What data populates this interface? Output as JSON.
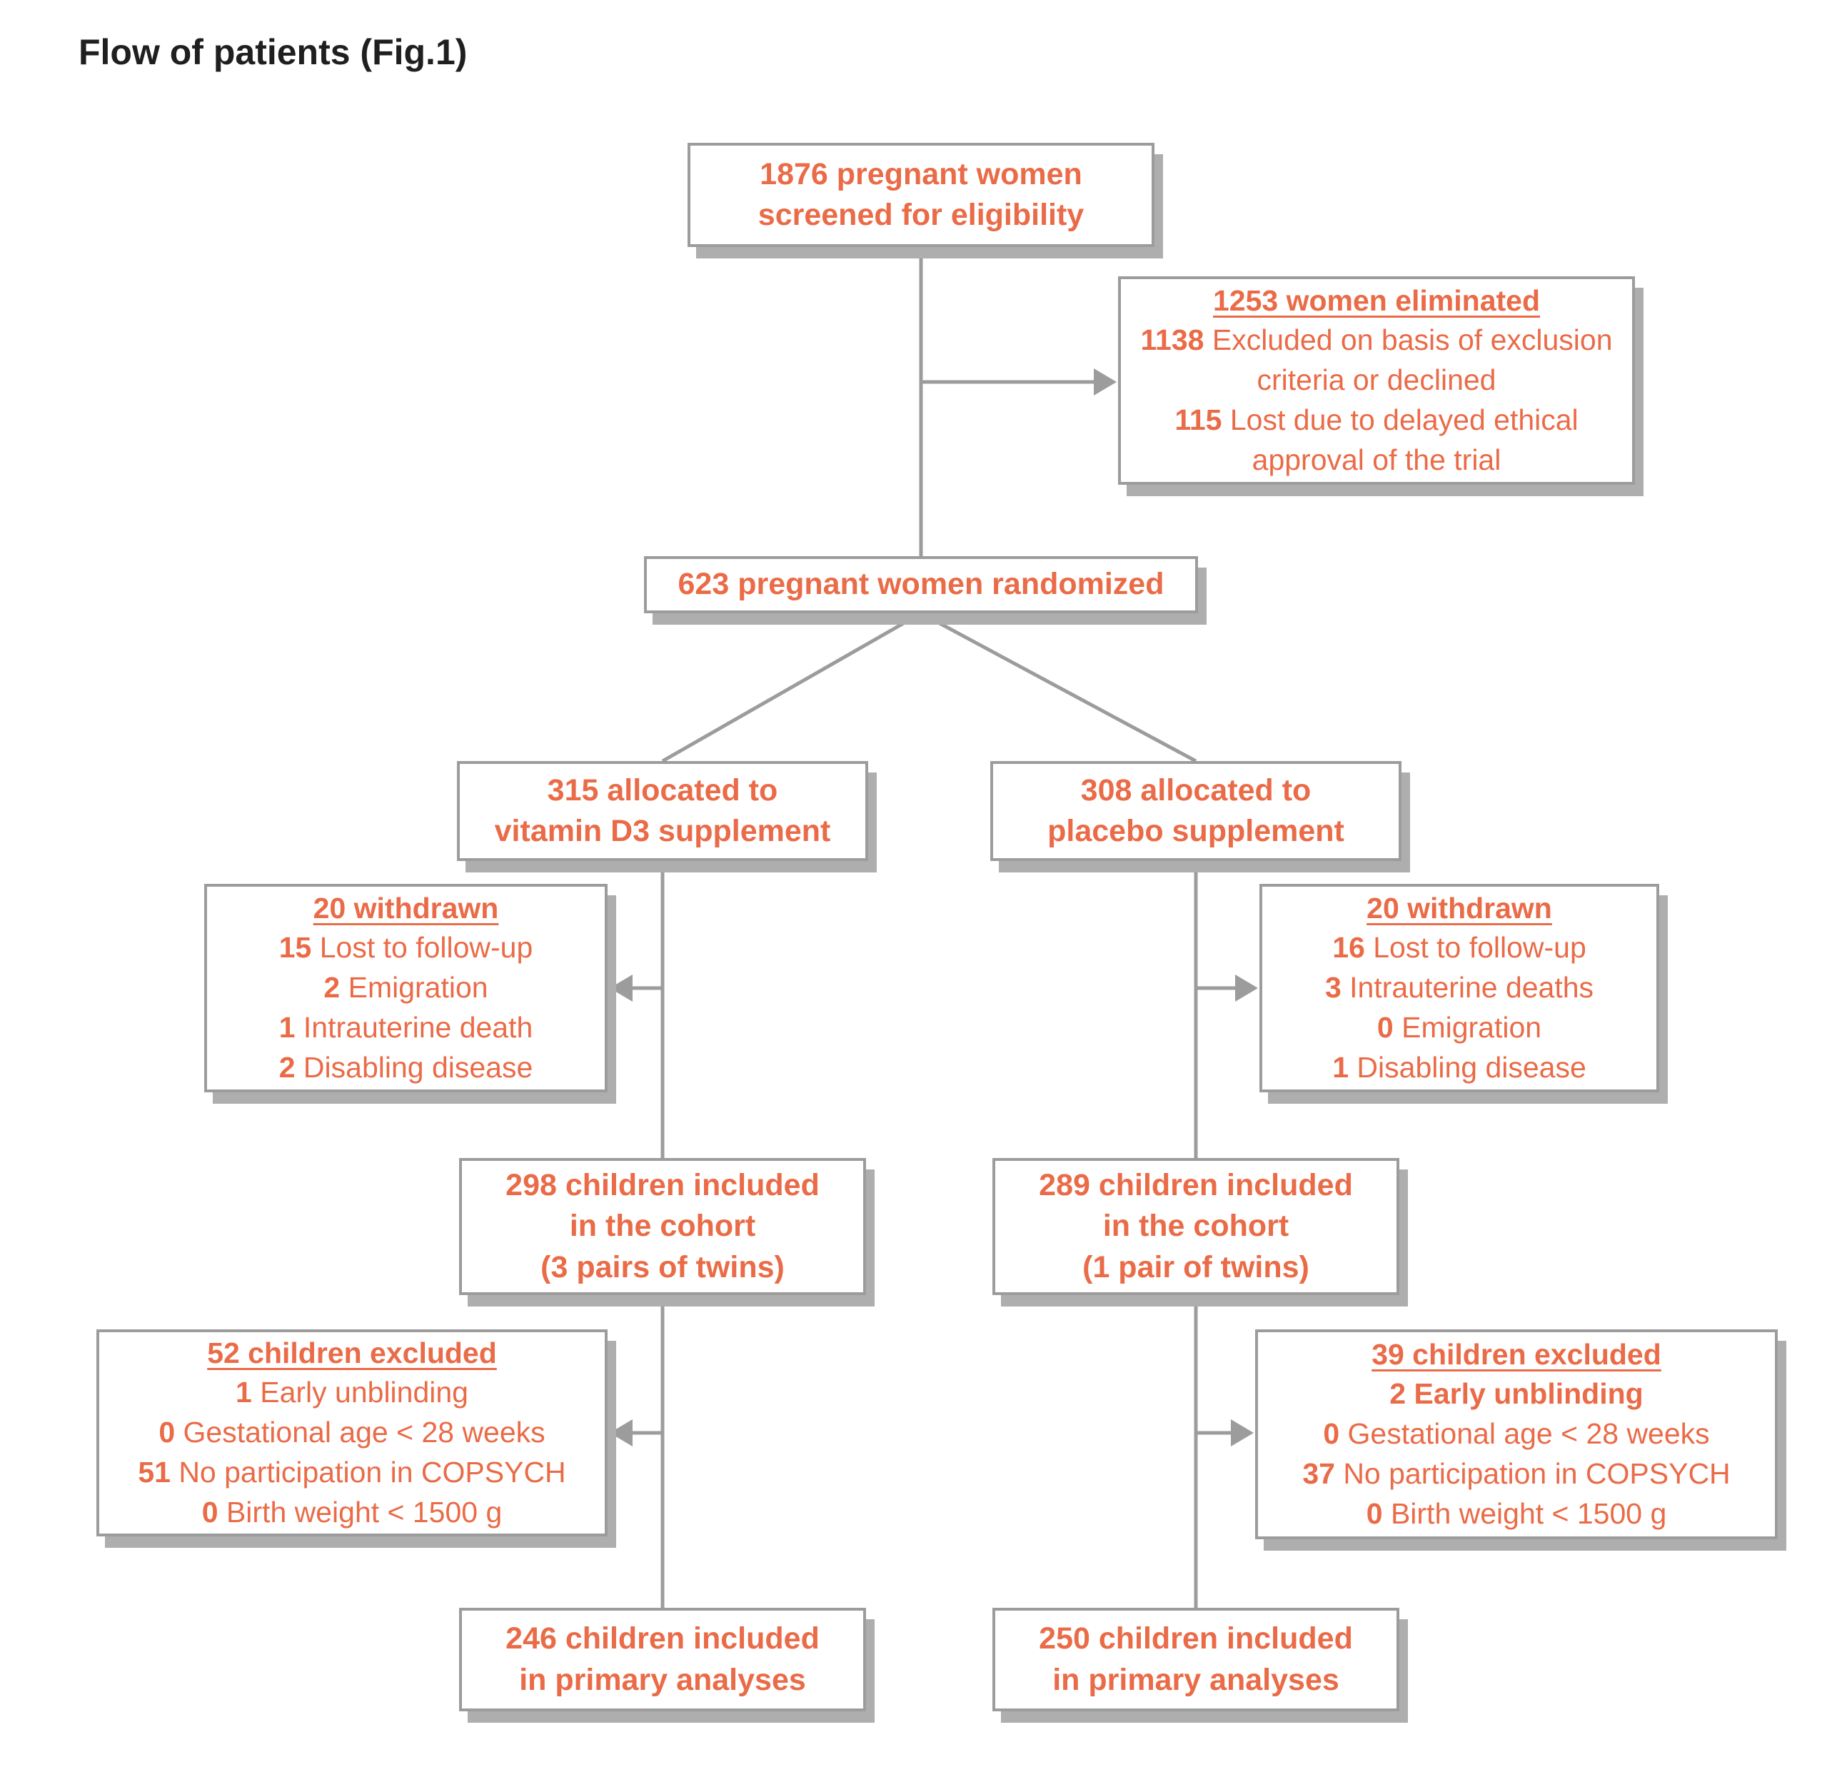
{
  "title": "Flow of patients (Fig.1)",
  "colors": {
    "accent_orange": "#ea6b47",
    "box_border_gray": "#9c9c9c",
    "connector_gray": "#9c9c9c",
    "shadow_gray": "#aeaeae",
    "title_black": "#1f1f1f"
  },
  "boxes": {
    "screened": {
      "line1": "1876 pregnant women",
      "line2": "screened for eligibility"
    },
    "eliminated": {
      "header": "1253 women eliminated",
      "items": [
        {
          "num": "1138",
          "text": "Excluded on basis of exclusion criteria or declined"
        },
        {
          "num": "115",
          "text": "Lost due to delayed ethical approval of the trial"
        }
      ]
    },
    "randomized": {
      "line1": "623 pregnant women randomized"
    },
    "alloc_d3": {
      "line1": "315 allocated to",
      "line2": "vitamin D3 supplement"
    },
    "alloc_placebo": {
      "line1": "308 allocated to",
      "line2": "placebo supplement"
    },
    "withdrawn_d3": {
      "header": "20 withdrawn",
      "items": [
        {
          "num": "15",
          "text": "Lost to follow-up"
        },
        {
          "num": "2",
          "text": "Emigration"
        },
        {
          "num": "1",
          "text": "Intrauterine death"
        },
        {
          "num": "2",
          "text": "Disabling disease"
        }
      ]
    },
    "withdrawn_placebo": {
      "header": "20 withdrawn",
      "items": [
        {
          "num": "16",
          "text": "Lost to follow-up"
        },
        {
          "num": "3",
          "text": "Intrauterine deaths"
        },
        {
          "num": "0",
          "text": "Emigration"
        },
        {
          "num": "1",
          "text": "Disabling disease"
        }
      ]
    },
    "cohort_d3": {
      "line1": "298 children included",
      "line2": "in the cohort",
      "line3": "(3 pairs of twins)"
    },
    "cohort_placebo": {
      "line1": "289 children included",
      "line2": "in the cohort",
      "line3": "(1 pair of twins)"
    },
    "excluded_d3": {
      "header": "52 children excluded",
      "items": [
        {
          "num": "1",
          "text": "Early unblinding"
        },
        {
          "num": "0",
          "text": "Gestational age < 28 weeks"
        },
        {
          "num": "51",
          "text": "No participation in COPSYCH"
        },
        {
          "num": "0",
          "text": "Birth weight < 1500 g"
        }
      ]
    },
    "excluded_placebo": {
      "header": "39 children excluded",
      "items": [
        {
          "num": "2",
          "text": "Early unblinding"
        },
        {
          "num": "0",
          "text": "Gestational age < 28 weeks"
        },
        {
          "num": "37",
          "text": "No participation in COPSYCH"
        },
        {
          "num": "0",
          "text": "Birth weight < 1500 g"
        }
      ]
    },
    "primary_d3": {
      "line1": "246 children included",
      "line2": "in primary analyses"
    },
    "primary_placebo": {
      "line1": "250 children included",
      "line2": "in primary analyses"
    }
  }
}
